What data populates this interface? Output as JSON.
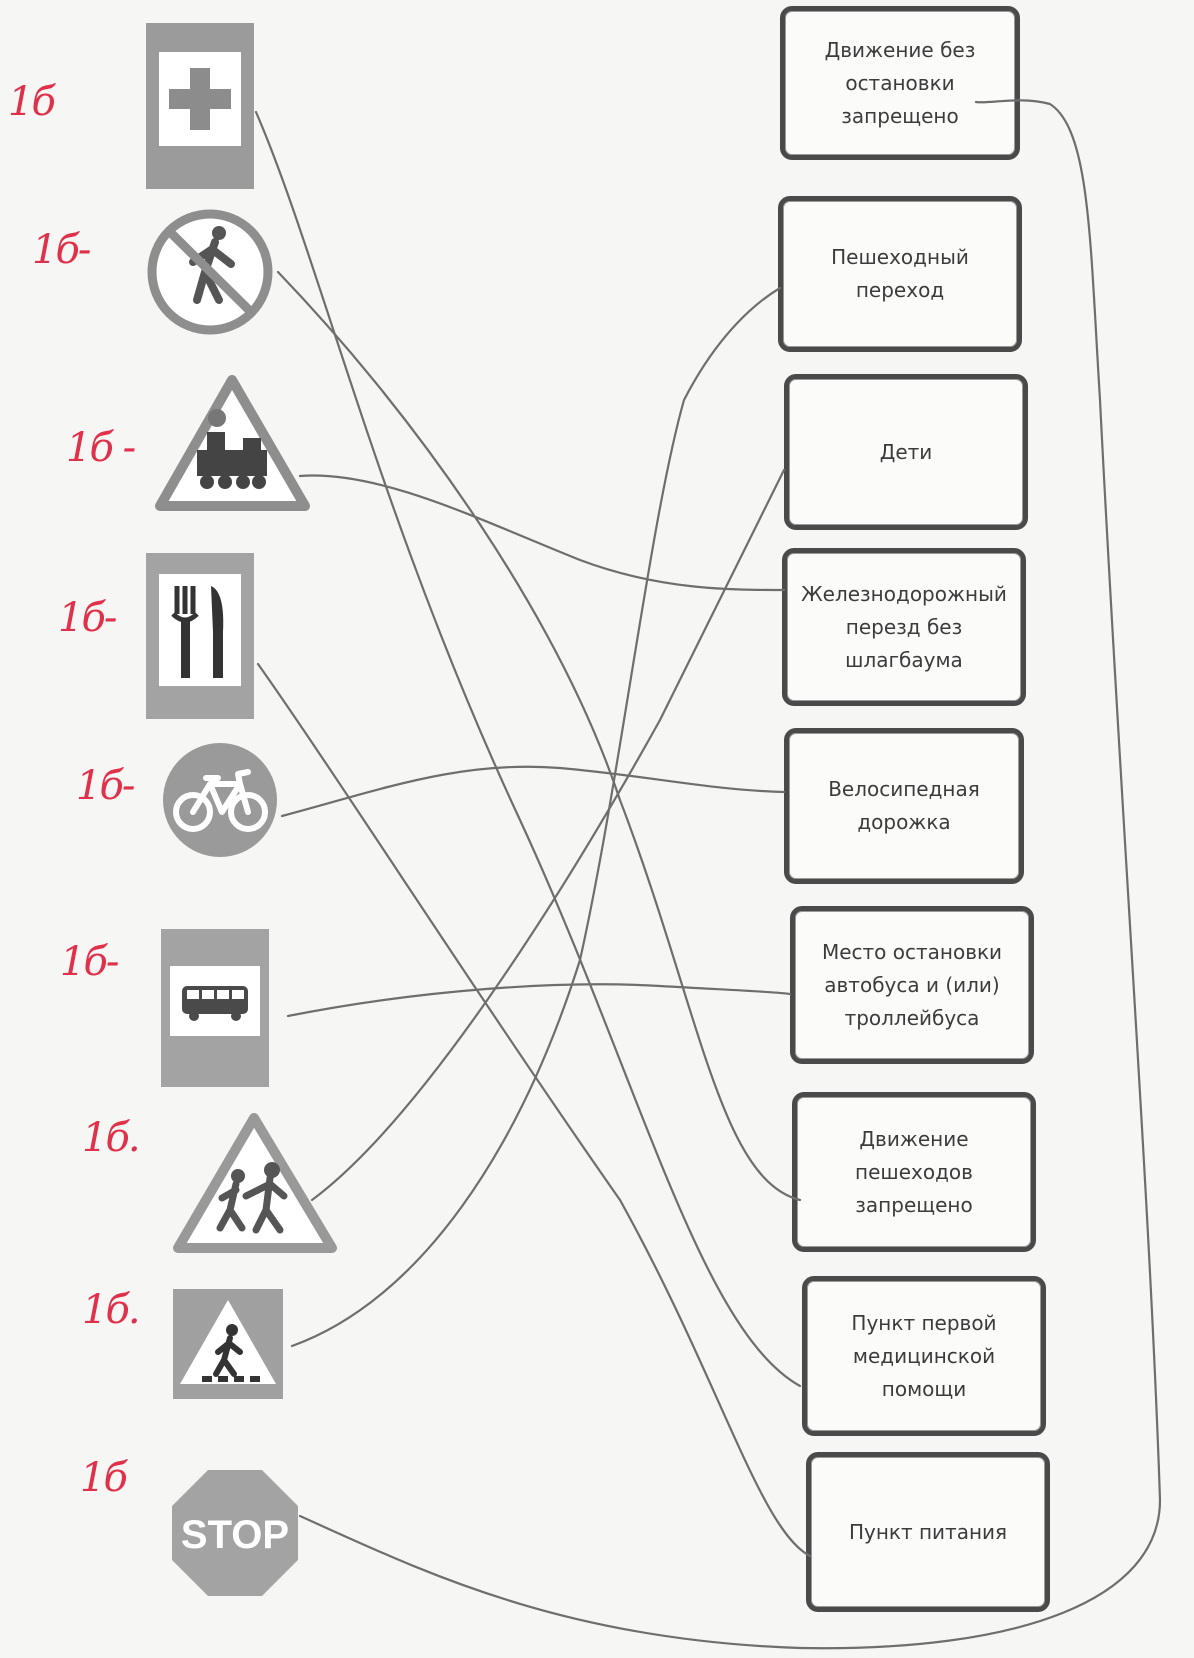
{
  "scores": [
    "1б",
    "1б-",
    "1б -",
    "1б-",
    "1б-",
    "1б-",
    "1б.",
    "1б.",
    "1б"
  ],
  "signs": [
    {
      "icon": "first-aid-sign-icon"
    },
    {
      "icon": "no-pedestrians-sign-icon"
    },
    {
      "icon": "railway-crossing-sign-icon"
    },
    {
      "icon": "food-point-sign-icon"
    },
    {
      "icon": "bicycle-path-sign-icon"
    },
    {
      "icon": "bus-stop-sign-icon"
    },
    {
      "icon": "children-sign-icon"
    },
    {
      "icon": "pedestrian-crossing-sign-icon"
    },
    {
      "icon": "stop-sign-icon",
      "text": "STOP"
    }
  ],
  "answers": [
    "Движение без\nостановки\nзапрещено",
    "Пешеходный\nпереход",
    "Дети",
    "Железнодорожный\nперезд без\nшлагбаума",
    "Велосипедная\nдорожка",
    "Место остановки\nавтобуса и (или)\nтроллейбуса",
    "Движение\nпешеходов\nзапрещено",
    "Пункт первой\nмедицинской\nпомощи",
    "Пункт питания"
  ],
  "matches": [
    {
      "sign": 1,
      "answer": 8
    },
    {
      "sign": 2,
      "answer": 7
    },
    {
      "sign": 3,
      "answer": 4
    },
    {
      "sign": 4,
      "answer": 9
    },
    {
      "sign": 5,
      "answer": 5
    },
    {
      "sign": 6,
      "answer": 6
    },
    {
      "sign": 7,
      "answer": 3
    },
    {
      "sign": 8,
      "answer": 2
    },
    {
      "sign": 9,
      "answer": 1
    }
  ],
  "colors": {
    "handwriting": "#e0304a",
    "pencil": "#6e6e6e",
    "ink": "#3c3c3c"
  }
}
